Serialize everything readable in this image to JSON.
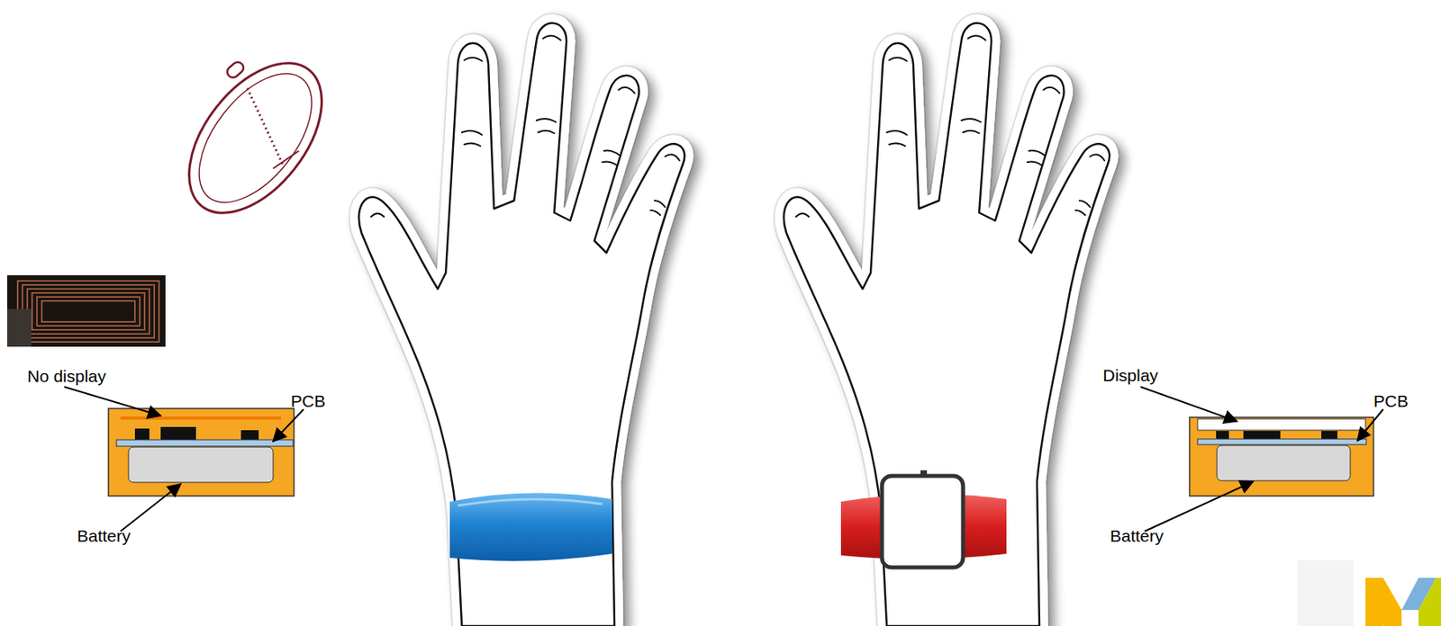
{
  "diagram": {
    "labels": [
      "No display",
      "PCB",
      "Battery",
      "Display",
      "PCB",
      "Battery"
    ]
  }
}
